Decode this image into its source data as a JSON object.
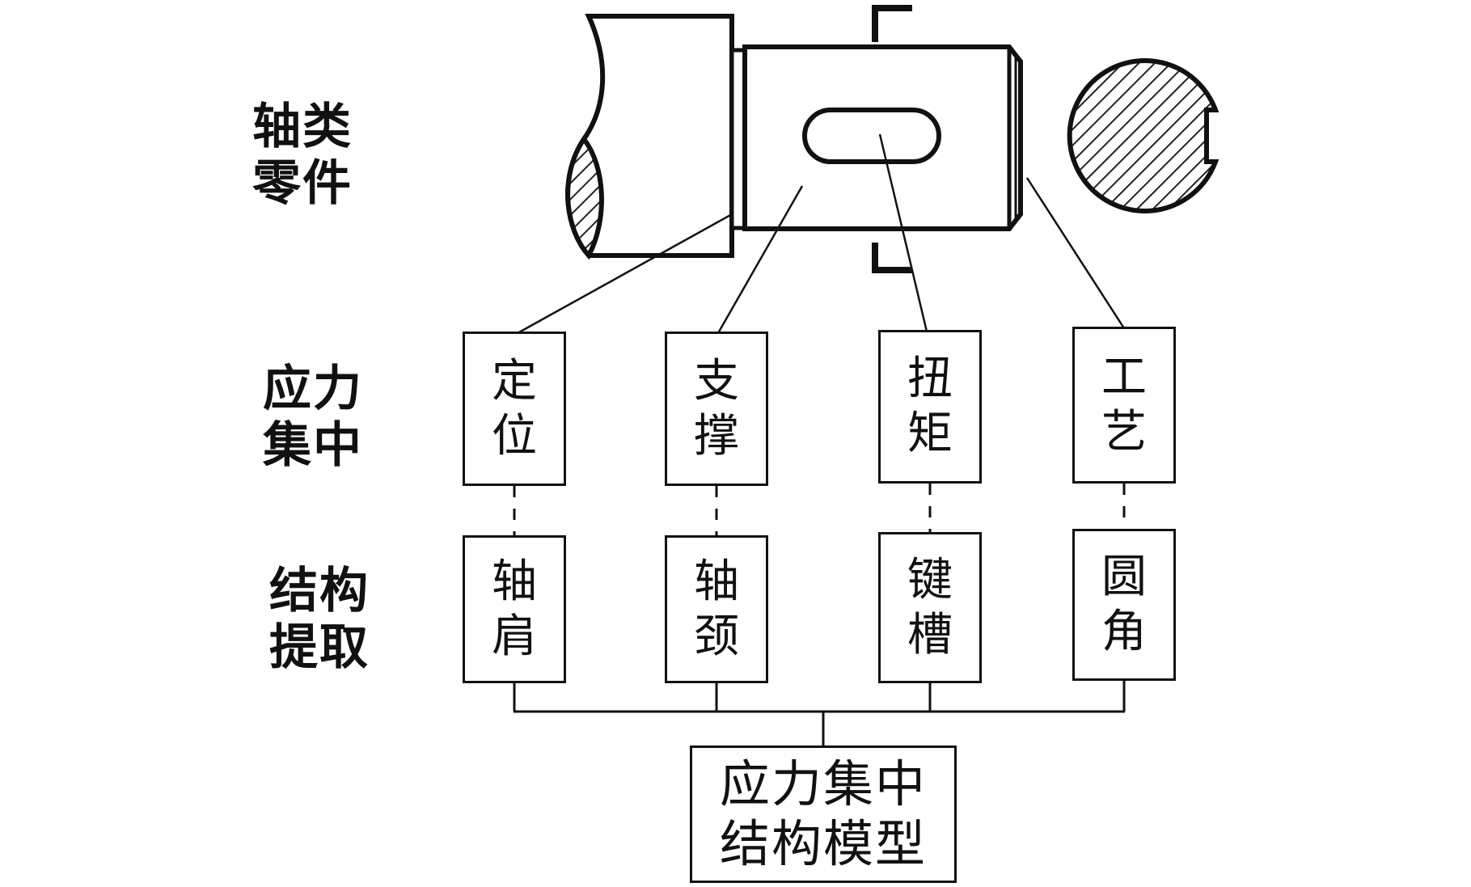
{
  "row_labels": {
    "shaft_parts": [
      "轴类",
      "零件"
    ],
    "stress_concentration": [
      "应力",
      "集中"
    ],
    "structure_extraction": [
      "结构",
      "提取"
    ]
  },
  "stress_boxes": [
    {
      "line1": "定",
      "line2": "位"
    },
    {
      "line1": "支",
      "line2": "撑"
    },
    {
      "line1": "扭",
      "line2": "矩"
    },
    {
      "line1": "工",
      "line2": "艺"
    }
  ],
  "structure_boxes": [
    {
      "line1": "轴",
      "line2": "肩"
    },
    {
      "line1": "轴",
      "line2": "颈"
    },
    {
      "line1": "键",
      "line2": "槽"
    },
    {
      "line1": "圆",
      "line2": "角"
    }
  ],
  "final_box": {
    "line1": "应力集中",
    "line2": "结构模型"
  }
}
